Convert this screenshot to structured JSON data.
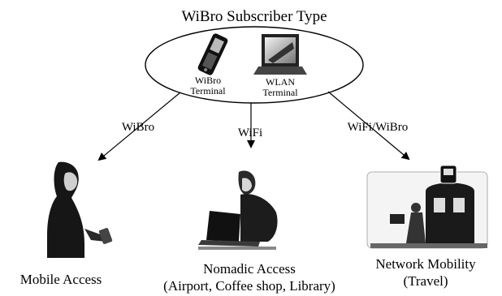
{
  "title": "WiBro Subscriber Type",
  "terminals": [
    {
      "label_line1": "WiBro",
      "label_line2": "Terminal"
    },
    {
      "label_line1": "WLAN",
      "label_line2": "Terminal"
    }
  ],
  "links": [
    {
      "label": "WiBro"
    },
    {
      "label": "WiFi"
    },
    {
      "label": "WiFi/WiBro"
    }
  ],
  "access_types": [
    {
      "line1": "Mobile Access",
      "line2": ""
    },
    {
      "line1": "Nomadic Access",
      "line2": "(Airport, Coffee shop, Library)"
    },
    {
      "line1": "Network Mobility",
      "line2": "(Travel)"
    }
  ],
  "icons": [
    "mobile-phone-icon",
    "wlan-laptop-icon",
    "mobile-user-figure",
    "laptop-user-figure",
    "train-passenger-figure"
  ]
}
